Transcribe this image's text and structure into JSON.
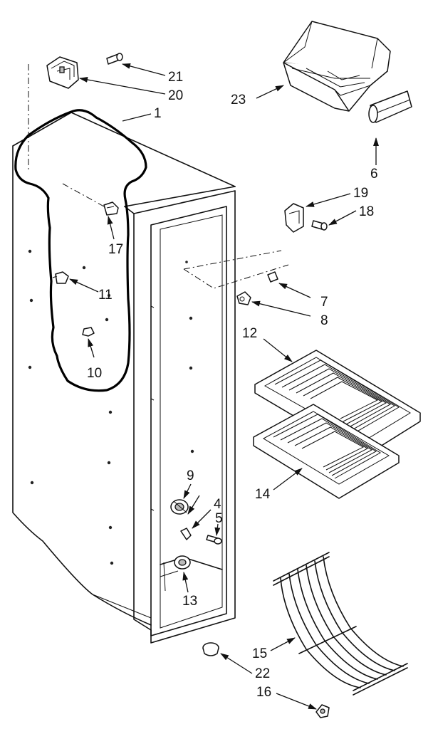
{
  "callouts": {
    "c1": "1",
    "c4": "4",
    "c5": "5",
    "c6": "6",
    "c7": "7",
    "c8": "8",
    "c9": "9",
    "c10": "10",
    "c11": "11",
    "c12": "12",
    "c13": "13",
    "c14": "14",
    "c15": "15",
    "c16": "16",
    "c17": "17",
    "c18": "18",
    "c19": "19",
    "c20": "20",
    "c21": "21",
    "c22": "22",
    "c23": "23"
  }
}
